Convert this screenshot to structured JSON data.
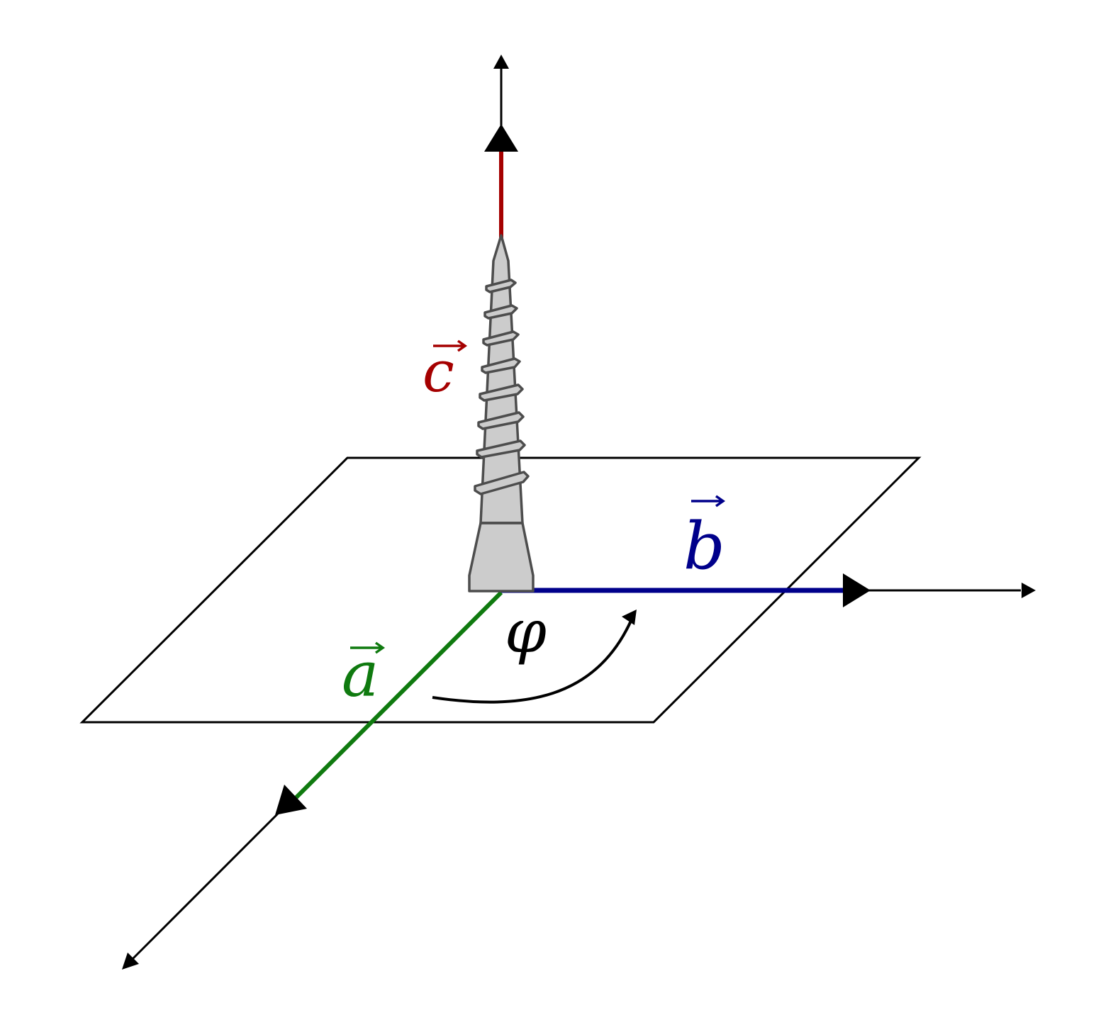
{
  "labels": {
    "a": "a",
    "b": "b",
    "c": "c",
    "phi": "φ"
  },
  "colors": {
    "a": "#0f7a0f",
    "b": "#00008b",
    "c": "#a50000",
    "axis": "#000000",
    "screw_fill": "#cccccc",
    "screw_stroke": "#4d4d4d"
  }
}
